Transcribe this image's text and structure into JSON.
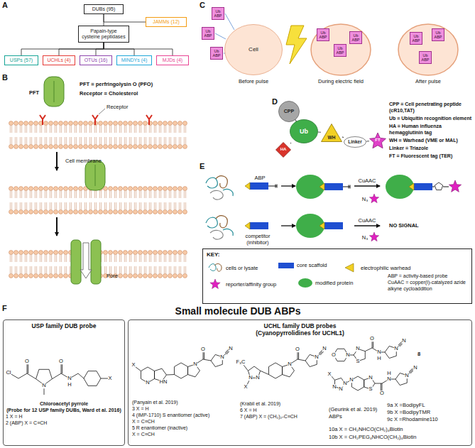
{
  "diagram": {
    "nodes": [
      {
        "text": [
          "DUBs (95)"
        ]
      },
      {
        "text": [
          "JAMMs (12)"
        ]
      },
      {
        "text": [
          "Papain-type cysteine peptidases"
        ]
      },
      {
        "text": [
          "USPs (57)"
        ]
      },
      {
        "text": [
          "UCHLs (4)"
        ]
      },
      {
        "text": [
          "OTUs (16)"
        ]
      },
      {
        "text": [
          "MINDYs (4)"
        ]
      },
      {
        "text": [
          "MJDs (4)"
        ]
      },
      {
        "text": [
          "Cell"
        ]
      },
      {
        "text": [
          "Ub ABP"
        ]
      },
      {
        "text": [
          "Ub ABP"
        ]
      },
      {
        "text": [
          "Ub ABP"
        ]
      },
      {
        "text": [
          "Ub ABP"
        ]
      },
      {
        "text": [
          "Ub ABP"
        ]
      },
      {
        "text": [
          "Ub ABP"
        ]
      },
      {
        "text": [
          "Ub ABP"
        ]
      },
      {
        "text": [
          "Ub ABP"
        ]
      },
      {
        "text": [
          "Ub ABP"
        ]
      },
      {
        "text": [
          "CPP"
        ]
      },
      {
        "text": [
          "Ub"
        ]
      },
      {
        "text": [
          "HA"
        ]
      },
      {
        "text": [
          "WH"
        ]
      },
      {
        "text": [
          "Linker"
        ]
      },
      {
        "text": [
          "FT"
        ]
      },
      {
        "text": [
          "KEY:"
        ]
      },
      {
        "text": [
          "USP family DUB probe"
        ]
      },
      {
        "text": [
          "UCHL family DUB probes",
          "(Cyanopyrrolidines for UCHL1)"
        ]
      }
    ],
    "edges": [
      {
        "from": 0,
        "to": 1,
        "arrow": "none"
      },
      {
        "from": 0,
        "to": 2,
        "arrow": "none"
      },
      {
        "from": 2,
        "to": 3,
        "arrow": "none"
      },
      {
        "from": 2,
        "to": 4,
        "arrow": "none"
      },
      {
        "from": 2,
        "to": 5,
        "arrow": "none"
      },
      {
        "from": 2,
        "to": 6,
        "arrow": "none"
      },
      {
        "from": 2,
        "to": 7,
        "arrow": "none"
      },
      {
        "from": 18,
        "to": 19,
        "arrow": "none"
      },
      {
        "from": 19,
        "to": 20,
        "arrow": "none"
      },
      {
        "from": 19,
        "to": 21,
        "arrow": "none"
      },
      {
        "from": 21,
        "to": 22,
        "arrow": "none"
      },
      {
        "from": 22,
        "to": 23,
        "arrow": "none"
      }
    ],
    "labels": [
      "A",
      "B",
      "C",
      "D",
      "E",
      "F",
      "PFT",
      "PFT = perfringolysin O (PFO)",
      "Receptor = Cholesterol",
      "Receptor",
      "Cell membrane",
      "Pore",
      "Before pulse",
      "During electric field",
      "After pulse",
      "CPP = Cell penetrating peptide (cR10,TAT)",
      "Ub = Ubiquitin recognition element",
      "HA = Human influenza hemagglutinin tag",
      "WH = Warhead (VME or MAL)",
      "Linker = Triazole",
      "FT = Fluorescent tag (TER)",
      "ABP",
      "CuAAC",
      "N₃",
      "competitor (inhibitor)",
      "CuAAC",
      "N₃",
      "NO SIGNAL",
      "ABP = activity-based probe",
      "CuAAC = copper(I)-catalyzed azide alkyne cycloaddition",
      "Small molecule DUB ABPs",
      "Chloroacetyl pyrrole",
      "(Probe for 12 USP family DUBs, Ward et al. 2016)",
      "1 X = H",
      "2 (ABP) X = C≡CH",
      "(Panyain et al. 2019)",
      "3 X = H",
      "4 (IMP-1710) S enantiomer (active)",
      "X = C≡CH",
      "5 R enantiomer (inactive)",
      "X = C≡CH",
      "(Krabil et al. 2019)",
      "6 X = H",
      "7 (ABP) X = (CH₂)₂-C≡CH",
      "8",
      "(Geurink et al. 2019)",
      "ABPs",
      "9a X =BodipyFL",
      "9b X =BodipyTMR",
      "9c X =Rhodamine110",
      "10a X = CH₂NHCO(CH₂)₄Biotin",
      "10b X = CH₂PEG₄NHCO(CH₂)₄Biotin",
      "O",
      "Cl",
      "N",
      "O",
      "N",
      "H",
      "X",
      "N",
      "HN",
      "X",
      "N",
      "O",
      "N",
      "N",
      "F₃C",
      "N",
      "N",
      "X",
      "N",
      "O",
      "N",
      "N",
      "O",
      "N",
      "N",
      "S",
      "O",
      "N",
      "H",
      "N",
      "N",
      "X",
      "N",
      "N",
      "N",
      "N",
      "N",
      "S",
      "O",
      "N",
      "H",
      "N",
      "N"
    ],
    "legend": [
      {
        "text": "cells or lysate"
      },
      {
        "text": "core scaffold",
        "color": "#1f4fd1"
      },
      {
        "text": "electrophilic warhead"
      },
      {
        "text": "reporter/affinity group"
      },
      {
        "text": "modified protein",
        "color": "#3fae49"
      }
    ]
  }
}
